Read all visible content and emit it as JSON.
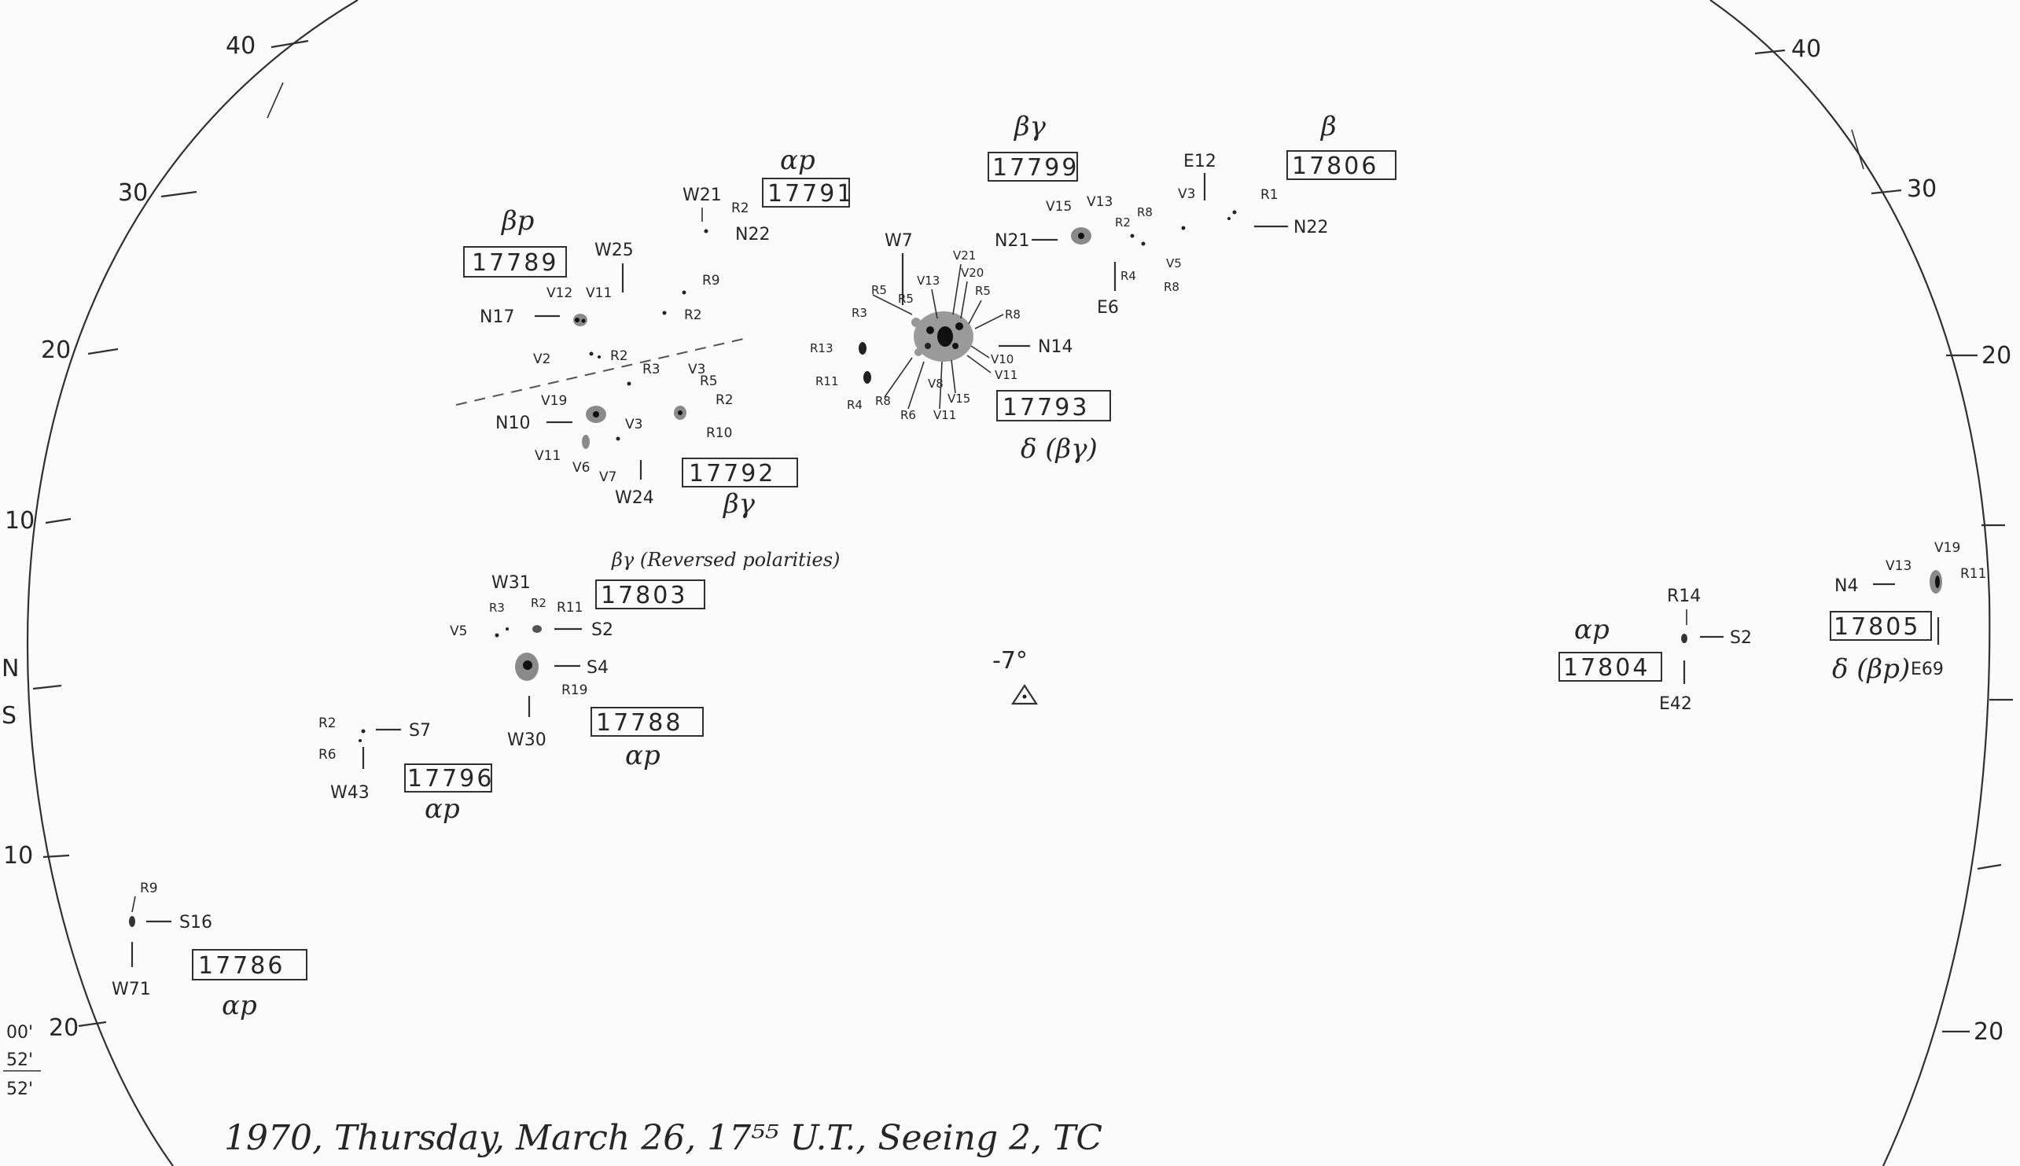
{
  "footer": {
    "text": "1970, Thursday, March 26, 17⁵⁵ U.T., Seeing 2, TC"
  },
  "center": {
    "angle": "-7°",
    "marker": "triangle-dot-icon"
  },
  "limb": {
    "left_ticks": [
      "40",
      "30",
      "20",
      "10",
      "10",
      "20"
    ],
    "right_ticks": [
      "40",
      "30",
      "20",
      "20"
    ],
    "left_side_letters": [
      "N",
      "S"
    ],
    "corner_notes": [
      "00'",
      "52'",
      "52'"
    ]
  },
  "regions": [
    {
      "number": "17789",
      "class": "βp",
      "labels": [
        "N17",
        "W25",
        "V12",
        "V11",
        "V2",
        "R2",
        "R9"
      ]
    },
    {
      "number": "17791",
      "class": "αp",
      "labels": [
        "W21",
        "R2",
        "N22"
      ]
    },
    {
      "number": "17792",
      "class": "βγ",
      "labels": [
        "N10",
        "W24",
        "V19",
        "V11",
        "V6",
        "V7",
        "V3",
        "R3",
        "R5",
        "R2",
        "R10"
      ]
    },
    {
      "number": "17799",
      "class": "βγ",
      "labels": [
        "N21",
        "V15",
        "V13",
        "R2",
        "R8",
        "R4",
        "V5",
        "R8",
        "E6"
      ]
    },
    {
      "number": "17806",
      "class": "β",
      "labels": [
        "E12",
        "V3",
        "R1",
        "N22"
      ]
    },
    {
      "number": "17793",
      "class": "δ (βγ)",
      "labels": [
        "W7",
        "N14",
        "R5",
        "R3",
        "R13",
        "R11",
        "R4",
        "R8",
        "R6",
        "V11",
        "V15",
        "V8",
        "V10",
        "V11",
        "V21",
        "V13",
        "V20",
        "R5",
        "R8",
        "R5"
      ]
    },
    {
      "number": "17803",
      "class": "βγ",
      "note": "βγ (Reversed polarities)",
      "labels": [
        "W31",
        "R3",
        "R2",
        "R11",
        "V5",
        "S2"
      ]
    },
    {
      "number": "17788",
      "class": "αp",
      "labels": [
        "S4",
        "R19",
        "W30"
      ]
    },
    {
      "number": "17796",
      "class": "αp",
      "labels": [
        "R2",
        "R6",
        "S7",
        "W43"
      ]
    },
    {
      "number": "17786",
      "class": "αp",
      "labels": [
        "R9",
        "S16",
        "W71"
      ]
    },
    {
      "number": "17804",
      "class": "αp",
      "labels": [
        "R14",
        "S2",
        "E42"
      ]
    },
    {
      "number": "17805",
      "class": "δ (βp)",
      "labels": [
        "N4",
        "V13",
        "V19",
        "R11",
        "E69"
      ]
    }
  ]
}
